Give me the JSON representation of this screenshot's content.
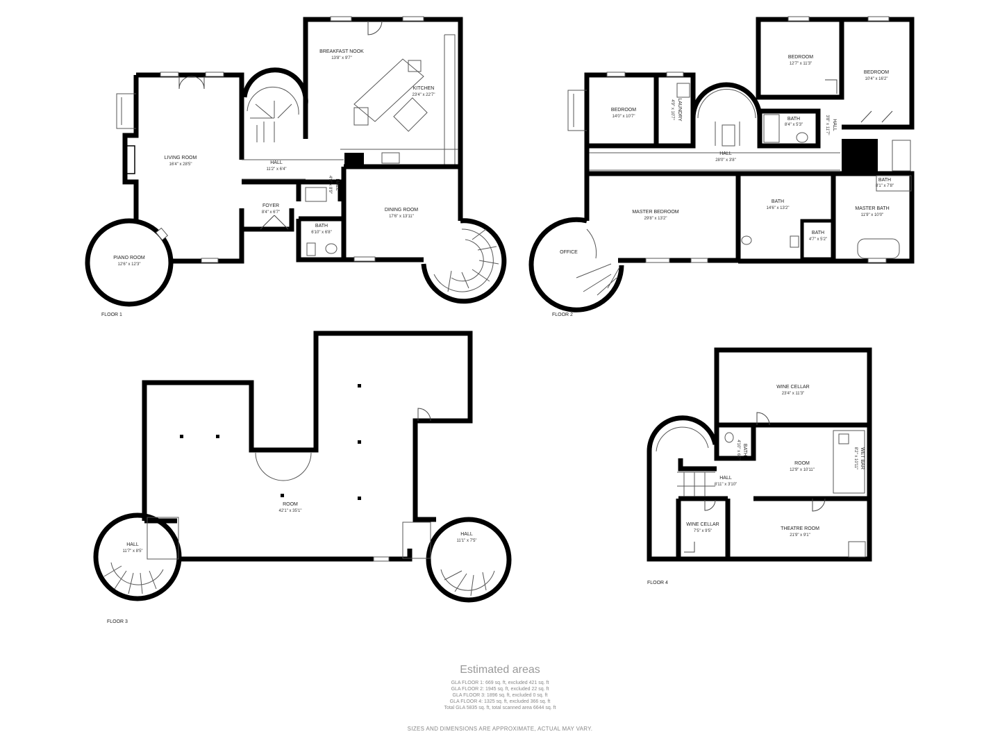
{
  "floors": {
    "floor1": {
      "label": "FLOOR 1",
      "rooms": {
        "breakfast": {
          "name": "BREAKFAST NOOK",
          "dim": "13'8\" x 9'7\""
        },
        "kitchen": {
          "name": "KITCHEN",
          "dim": "23'4\" x 22'7\""
        },
        "living": {
          "name": "LIVING ROOM",
          "dim": "16'4\" x 28'5\""
        },
        "hall": {
          "name": "HALL",
          "dim": "11'2\" x 6'4\""
        },
        "hall2": {
          "name": "HALL",
          "dim": "4'9\" x 8'9\""
        },
        "foyer": {
          "name": "FOYER",
          "dim": "8'4\" x 6'7\""
        },
        "bath": {
          "name": "BATH",
          "dim": "6'10\" x 6'8\""
        },
        "dining": {
          "name": "DINING ROOM",
          "dim": "17'6\" x 13'11\""
        },
        "piano": {
          "name": "PIANO ROOM",
          "dim": "12'6\" x 12'3\""
        }
      }
    },
    "floor2": {
      "label": "FLOOR 2",
      "rooms": {
        "bedroom1": {
          "name": "BEDROOM",
          "dim": "14'0\" x 10'7\""
        },
        "laundry": {
          "name": "LAUNDRY",
          "dim": "4'9\" x 10'7\""
        },
        "bedroom2": {
          "name": "BEDROOM",
          "dim": "12'7\" x 11'3\""
        },
        "bedroom3": {
          "name": "BEDROOM",
          "dim": "10'4\" x 16'2\""
        },
        "bath1": {
          "name": "BATH",
          "dim": "8'4\" x 5'3\""
        },
        "hall_small": {
          "name": "HALL",
          "dim": "3'8\" x 11'7\""
        },
        "hall": {
          "name": "HALL",
          "dim": "28'0\" x 3'8\""
        },
        "bath2": {
          "name": "BATH",
          "dim": "8'1\" x 7'8\""
        },
        "master": {
          "name": "MASTER BEDROOM",
          "dim": "29'8\" x 13'2\""
        },
        "bath3": {
          "name": "BATH",
          "dim": "14'6\" x 13'2\""
        },
        "masterbath": {
          "name": "MASTER BATH",
          "dim": "11'9\" x 10'0\""
        },
        "bath4": {
          "name": "BATH",
          "dim": "4'7\" x 5'2\""
        },
        "office": {
          "name": "OFFICE",
          "dim": ""
        }
      }
    },
    "floor3": {
      "label": "FLOOR 3",
      "rooms": {
        "room": {
          "name": "ROOM",
          "dim": "42'1\" x 35'1\""
        },
        "hall_left": {
          "name": "HALL",
          "dim": "11'7\" x 8'5\""
        },
        "hall_right": {
          "name": "HALL",
          "dim": "11'1\" x 7'5\""
        }
      }
    },
    "floor4": {
      "label": "FLOOR 4",
      "rooms": {
        "winecellar1": {
          "name": "WINE CELLAR",
          "dim": "23'4\" x 11'3\""
        },
        "bath": {
          "name": "BATH",
          "dim": "4'10\" x 6'7\""
        },
        "room": {
          "name": "ROOM",
          "dim": "12'9\" x 10'11\""
        },
        "wetbar": {
          "name": "WET BAR",
          "dim": "8'2\" x 10'11\""
        },
        "hall": {
          "name": "HALL",
          "dim": "8'11\" x 3'10\""
        },
        "winecellar2": {
          "name": "WINE CELLAR",
          "dim": "7'5\" x 9'5\""
        },
        "theatre": {
          "name": "THEATRE ROOM",
          "dim": "21'9\" x 9'1\""
        }
      }
    }
  },
  "areas": {
    "title": "Estimated areas",
    "rows": [
      "GLA FLOOR 1: 669 sq. ft, excluded 421 sq. ft",
      "GLA FLOOR 2: 1945 sq. ft, excluded 22 sq. ft",
      "GLA FLOOR 3: 1896 sq. ft, excluded 0 sq. ft",
      "GLA FLOOR 4: 1325 sq. ft, excluded 366 sq. ft",
      "Total GLA 5835 sq. ft, total scanned area 6644 sq. ft"
    ]
  },
  "disclaimer": "SIZES AND DIMENSIONS ARE APPROXIMATE, ACTUAL MAY VARY."
}
